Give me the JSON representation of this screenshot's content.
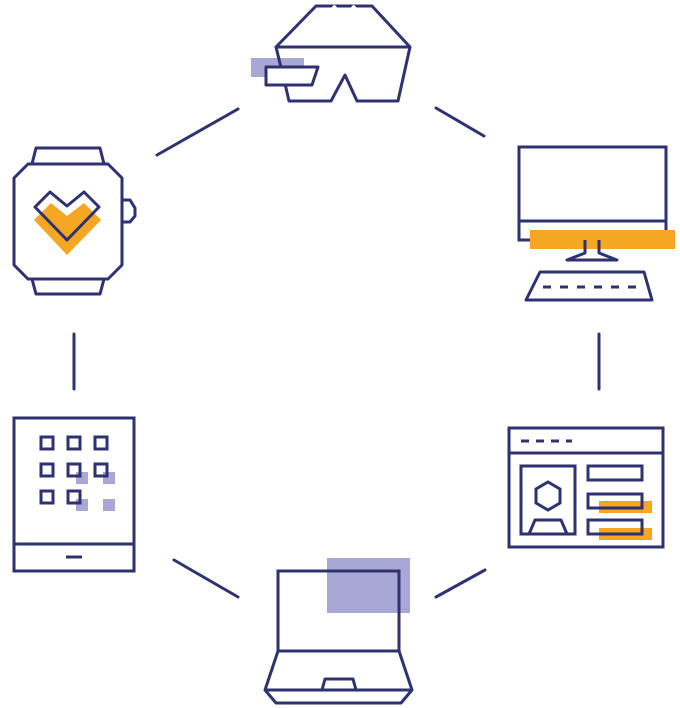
{
  "colors": {
    "stroke": "#2e3270",
    "accent_orange": "#f5a623",
    "accent_purple": "#a9a7d6",
    "background": "#ffffff"
  },
  "devices": [
    {
      "key": "vr_headset",
      "icon": "vr-headset-icon"
    },
    {
      "key": "desktop_monitor",
      "icon": "desktop-monitor-icon"
    },
    {
      "key": "web_profile",
      "icon": "web-profile-window-icon"
    },
    {
      "key": "laptop",
      "icon": "laptop-icon"
    },
    {
      "key": "tablet",
      "icon": "tablet-app-grid-icon"
    },
    {
      "key": "smartwatch",
      "icon": "smartwatch-heart-icon"
    }
  ],
  "connectors": 6
}
